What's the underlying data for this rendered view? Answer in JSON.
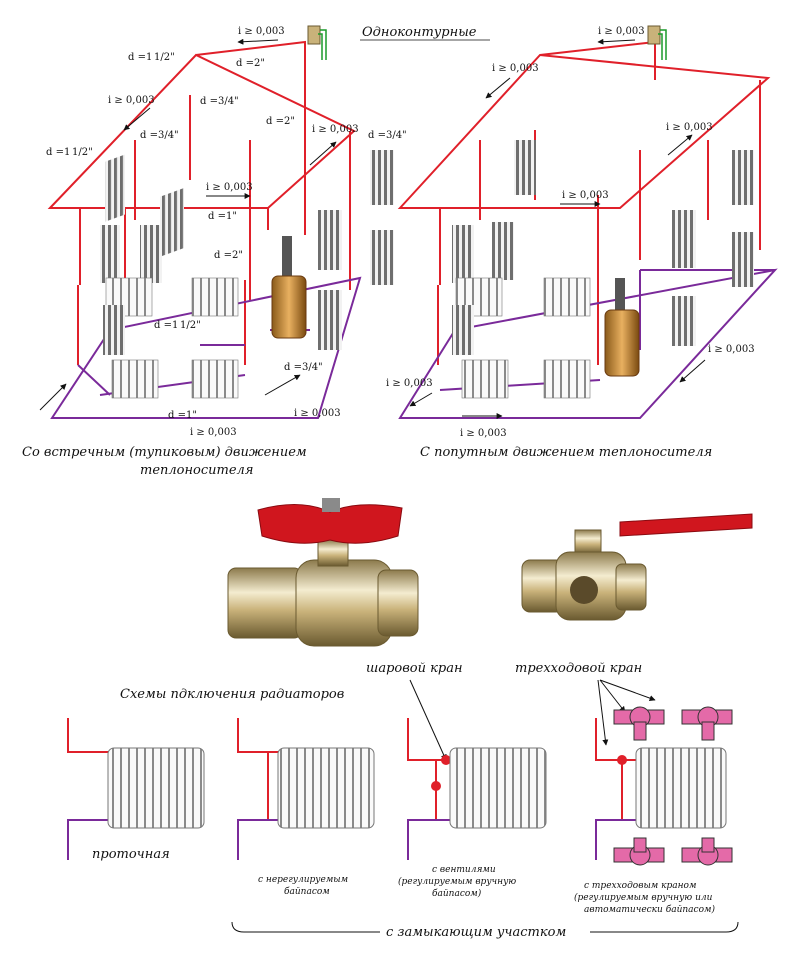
{
  "top_labels": {
    "title": "Одноконтурные",
    "caption_left_1": "Со встречным (тупиковым) движением",
    "caption_left_2": "теплоносителя",
    "caption_right": "С попутным движением теплоносителя"
  },
  "left_scheme": {
    "slope_top": "i ≥ 0,003",
    "d_2_top": "d =2\"",
    "d_1_1_2_a": "d =1",
    "d_1_1_2_a_frac": "1/2\"",
    "d_3_4_a": "d =3/4\"",
    "slope_mid_left": "i ≥ 0,003",
    "d_3_4_b": "d =3/4\"",
    "d_1_1_2_b": "d =1",
    "d_1_1_2_b_frac": "1/2\"",
    "d_2_mid": "d =2\"",
    "slope_mid_right": "i ≥ 0,003",
    "d_3_4_c": "d =3/4\"",
    "slope_floor_top": "i ≥ 0,003",
    "d_1_mid": "d =1\"",
    "d_2_low": "d =2\"",
    "d_1_1_2_c": "d =1",
    "d_1_1_2_c_frac": "1/2\"",
    "d_3_4_d": "d =3/4\"",
    "d_1_bottom": "d =1\"",
    "slope_bottom_right": "i ≥ 0,003",
    "slope_bottom": "i ≥ 0,003"
  },
  "right_scheme": {
    "slope_top": "i ≥ 0,003",
    "slope_left": "i ≥ 0,003",
    "slope_right": "i ≥ 0,003",
    "slope_mid": "i ≥ 0,003",
    "slope_low_right": "i ≥ 0,003",
    "slope_low_left": "i ≥ 0,003",
    "slope_bottom": "i ≥ 0,003"
  },
  "valves": {
    "ball_valve": "шаровой кран",
    "three_way_valve": "трехходовой кран"
  },
  "connection": {
    "title": "Схемы пдключения радиаторов",
    "flow": "проточная",
    "bypass_1": "с нерегулируемым",
    "bypass_2": "байпасом",
    "valves_1": "с вентилями",
    "valves_2": "(регулируемым вручную",
    "valves_3": "байпасом)",
    "threeway_1": "с трехходовым краном",
    "threeway_2": "(регулируемым вручную или",
    "threeway_3": "автоматически байпасом)",
    "closing": "с замыкающим участком"
  },
  "colors": {
    "supply": "#e0202a",
    "return": "#7a2a9a",
    "radiator": "#9a9a9a",
    "boiler": "#c8882a",
    "valve_handle": "#d0161e",
    "brass": "#c9b27a",
    "pink": "#e46aa8"
  }
}
